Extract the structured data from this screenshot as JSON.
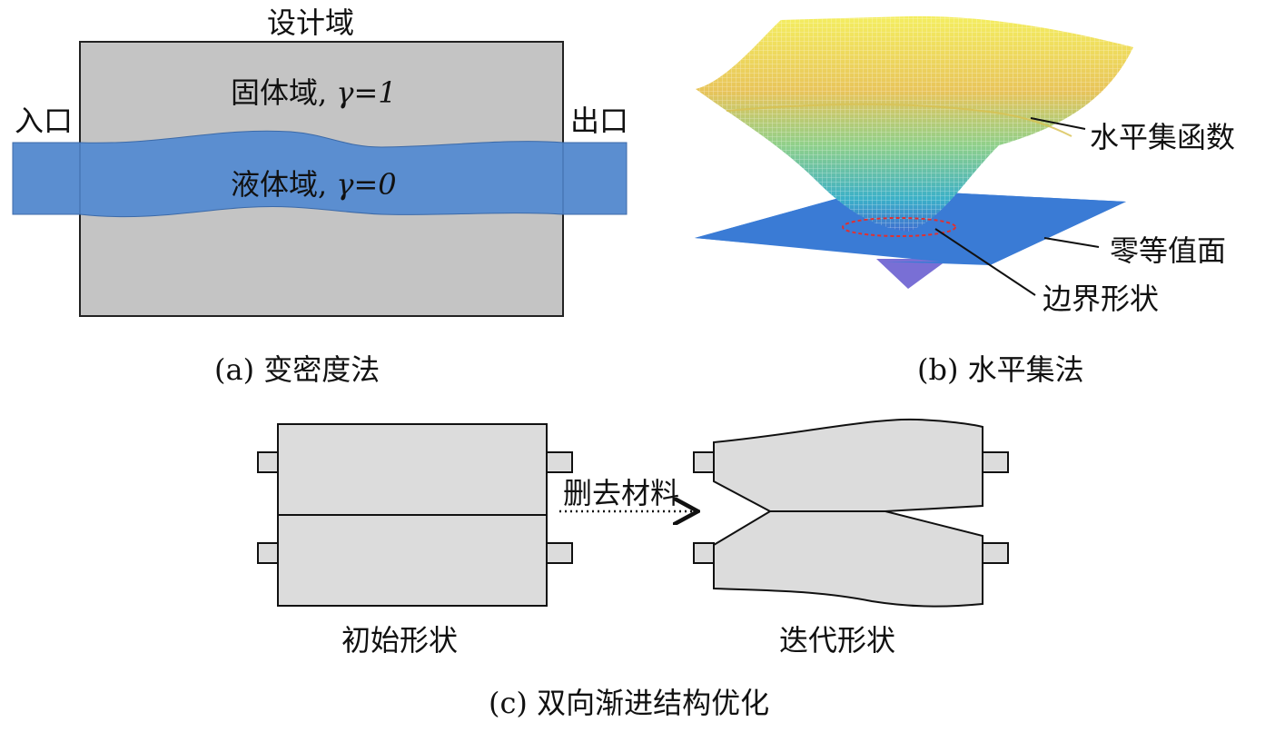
{
  "panel_a": {
    "design_domain": "设计域",
    "solid_domain": "固体域,",
    "solid_gamma": "γ=1",
    "liquid_domain": "液体域,",
    "liquid_gamma": "γ=0",
    "inlet": "入口",
    "outlet": "出口",
    "caption": "(a) 变密度法",
    "colors": {
      "solid": "#c4c4c4",
      "fluid": "#5b8ed0"
    }
  },
  "panel_b": {
    "level_set_function": "水平集函数",
    "zero_iso_surface": "零等值面",
    "boundary_shape": "边界形状",
    "caption": "(b) 水平集法",
    "colors": {
      "plane": "#3a7bd5",
      "boundary": "#e03030"
    }
  },
  "panel_c": {
    "remove_material": "删去材料",
    "initial_shape": "初始形状",
    "iterated_shape": "迭代形状",
    "caption": "(c) 双向渐进结构优化",
    "colors": {
      "part": "#dcdcdc"
    }
  }
}
